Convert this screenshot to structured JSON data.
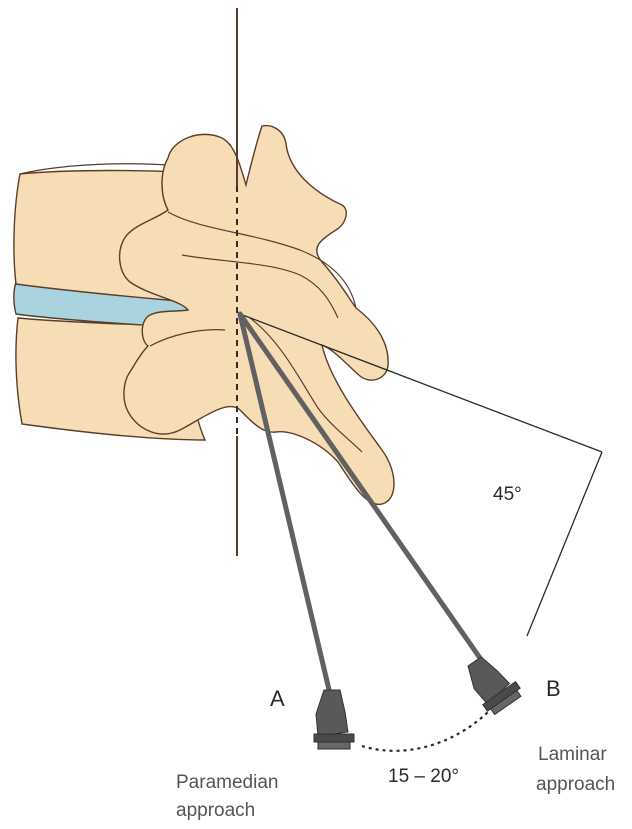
{
  "labels": {
    "needle_a": "A",
    "needle_b": "B",
    "angle_45": "45°",
    "angle_between": "15 – 20°",
    "paramedian_line1": "Paramedian",
    "paramedian_line2": "approach",
    "laminar_line1": "Laminar",
    "laminar_line2": "approach"
  },
  "colors": {
    "bone_fill": "#f6ddb6",
    "bone_outline": "#5a3e2a",
    "disc_fill": "#a9d3df",
    "needle": "#6e6e6e",
    "needle_hub": "#555555",
    "midline": "#5a3b2e"
  }
}
